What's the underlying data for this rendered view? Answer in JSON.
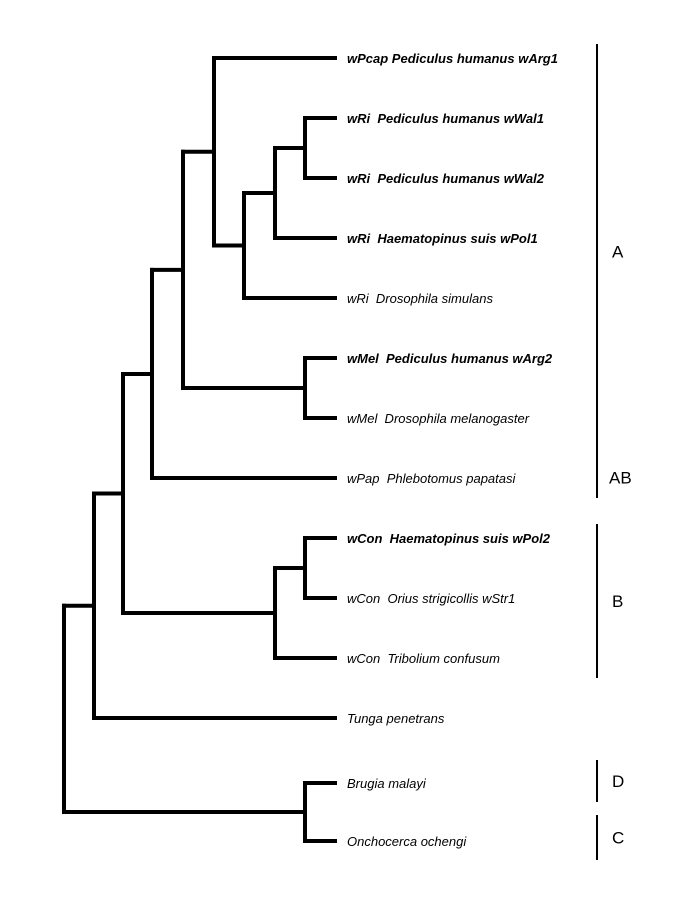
{
  "taxa": [
    {
      "id": "t1",
      "label": "wPcap Pediculus humanus wArg1",
      "bold": true
    },
    {
      "id": "t2",
      "label": "wRi  Pediculus humanus wWal1",
      "bold": true
    },
    {
      "id": "t3",
      "label": "wRi  Pediculus humanus wWal2",
      "bold": true
    },
    {
      "id": "t4",
      "label": "wRi  Haematopinus suis wPol1",
      "bold": true
    },
    {
      "id": "t5",
      "label": "wRi  Drosophila simulans",
      "bold": false
    },
    {
      "id": "t6",
      "label": "wMel  Pediculus humanus wArg2",
      "bold": true
    },
    {
      "id": "t7",
      "label": "wMel  Drosophila melanogaster",
      "bold": false
    },
    {
      "id": "t8",
      "label": "wPap  Phlebotomus papatasi",
      "bold": false
    },
    {
      "id": "t9",
      "label": "wCon  Haematopinus suis wPol2",
      "bold": true
    },
    {
      "id": "t10",
      "label": "wCon  Orius strigicollis wStr1",
      "bold": false
    },
    {
      "id": "t11",
      "label": "wCon  Tribolium confusum",
      "bold": false
    },
    {
      "id": "t12",
      "label": "Tunga penetrans",
      "bold": false
    },
    {
      "id": "t13",
      "label": "Brugia malayi",
      "bold": false
    },
    {
      "id": "t14",
      "label": "Onchocerca ochengi",
      "bold": false
    }
  ],
  "groups": [
    {
      "label": "A",
      "from": "t1",
      "to": "t7"
    },
    {
      "label": "AB",
      "from": "t8",
      "to": "t8"
    },
    {
      "label": "B",
      "from": "t9",
      "to": "t11"
    },
    {
      "label": "D",
      "from": "t13",
      "to": "t13"
    },
    {
      "label": "C",
      "from": "t14",
      "to": "t14"
    }
  ]
}
